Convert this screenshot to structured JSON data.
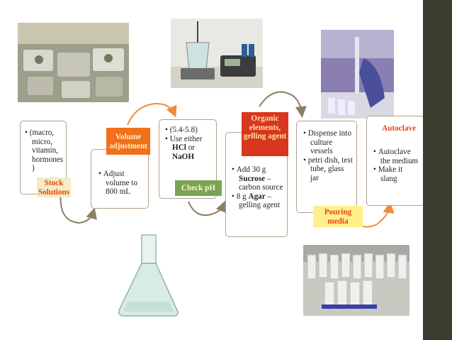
{
  "steps": [
    {
      "label": "Stock Solutions",
      "bullets": [
        "(macro, micro, vitamin, hormones )"
      ]
    },
    {
      "label": "Volume adjustment",
      "bullets": [
        "Adjust volume to 800 mL"
      ]
    },
    {
      "label": "Check pH",
      "bullets_plain": [
        "(5.4-5.8)"
      ],
      "use_text": "Use either",
      "hcl": "HCl",
      "or_text": "or",
      "naoh": "NaOH"
    },
    {
      "label": "Organic elements, gelling agent",
      "b1_pre": "Add 30 g",
      "sucrose": "Sucrose",
      "b1_post": "– carbon source",
      "b2_pre": "8 g",
      "agar": "Agar",
      "b2_post": "– gelling agent"
    },
    {
      "label": "Pouring media",
      "bullets": [
        "Dispense into culture vessels",
        "petri dish, test tube, glass jar"
      ]
    },
    {
      "label": "Autoclave",
      "bullets": [
        "Autoclave the medium",
        "Make it slang"
      ]
    }
  ],
  "colors": {
    "arrow_orange": "#f28a3a",
    "arrow_olive": "#8c8064",
    "card_border": "#b4a08a",
    "side_band": "#3b3f30"
  },
  "photos": [
    "stock-solutions-photo",
    "ph-meter-photo",
    "pipetting-photo",
    "conical-flask-photo",
    "culture-vessels-photo"
  ]
}
